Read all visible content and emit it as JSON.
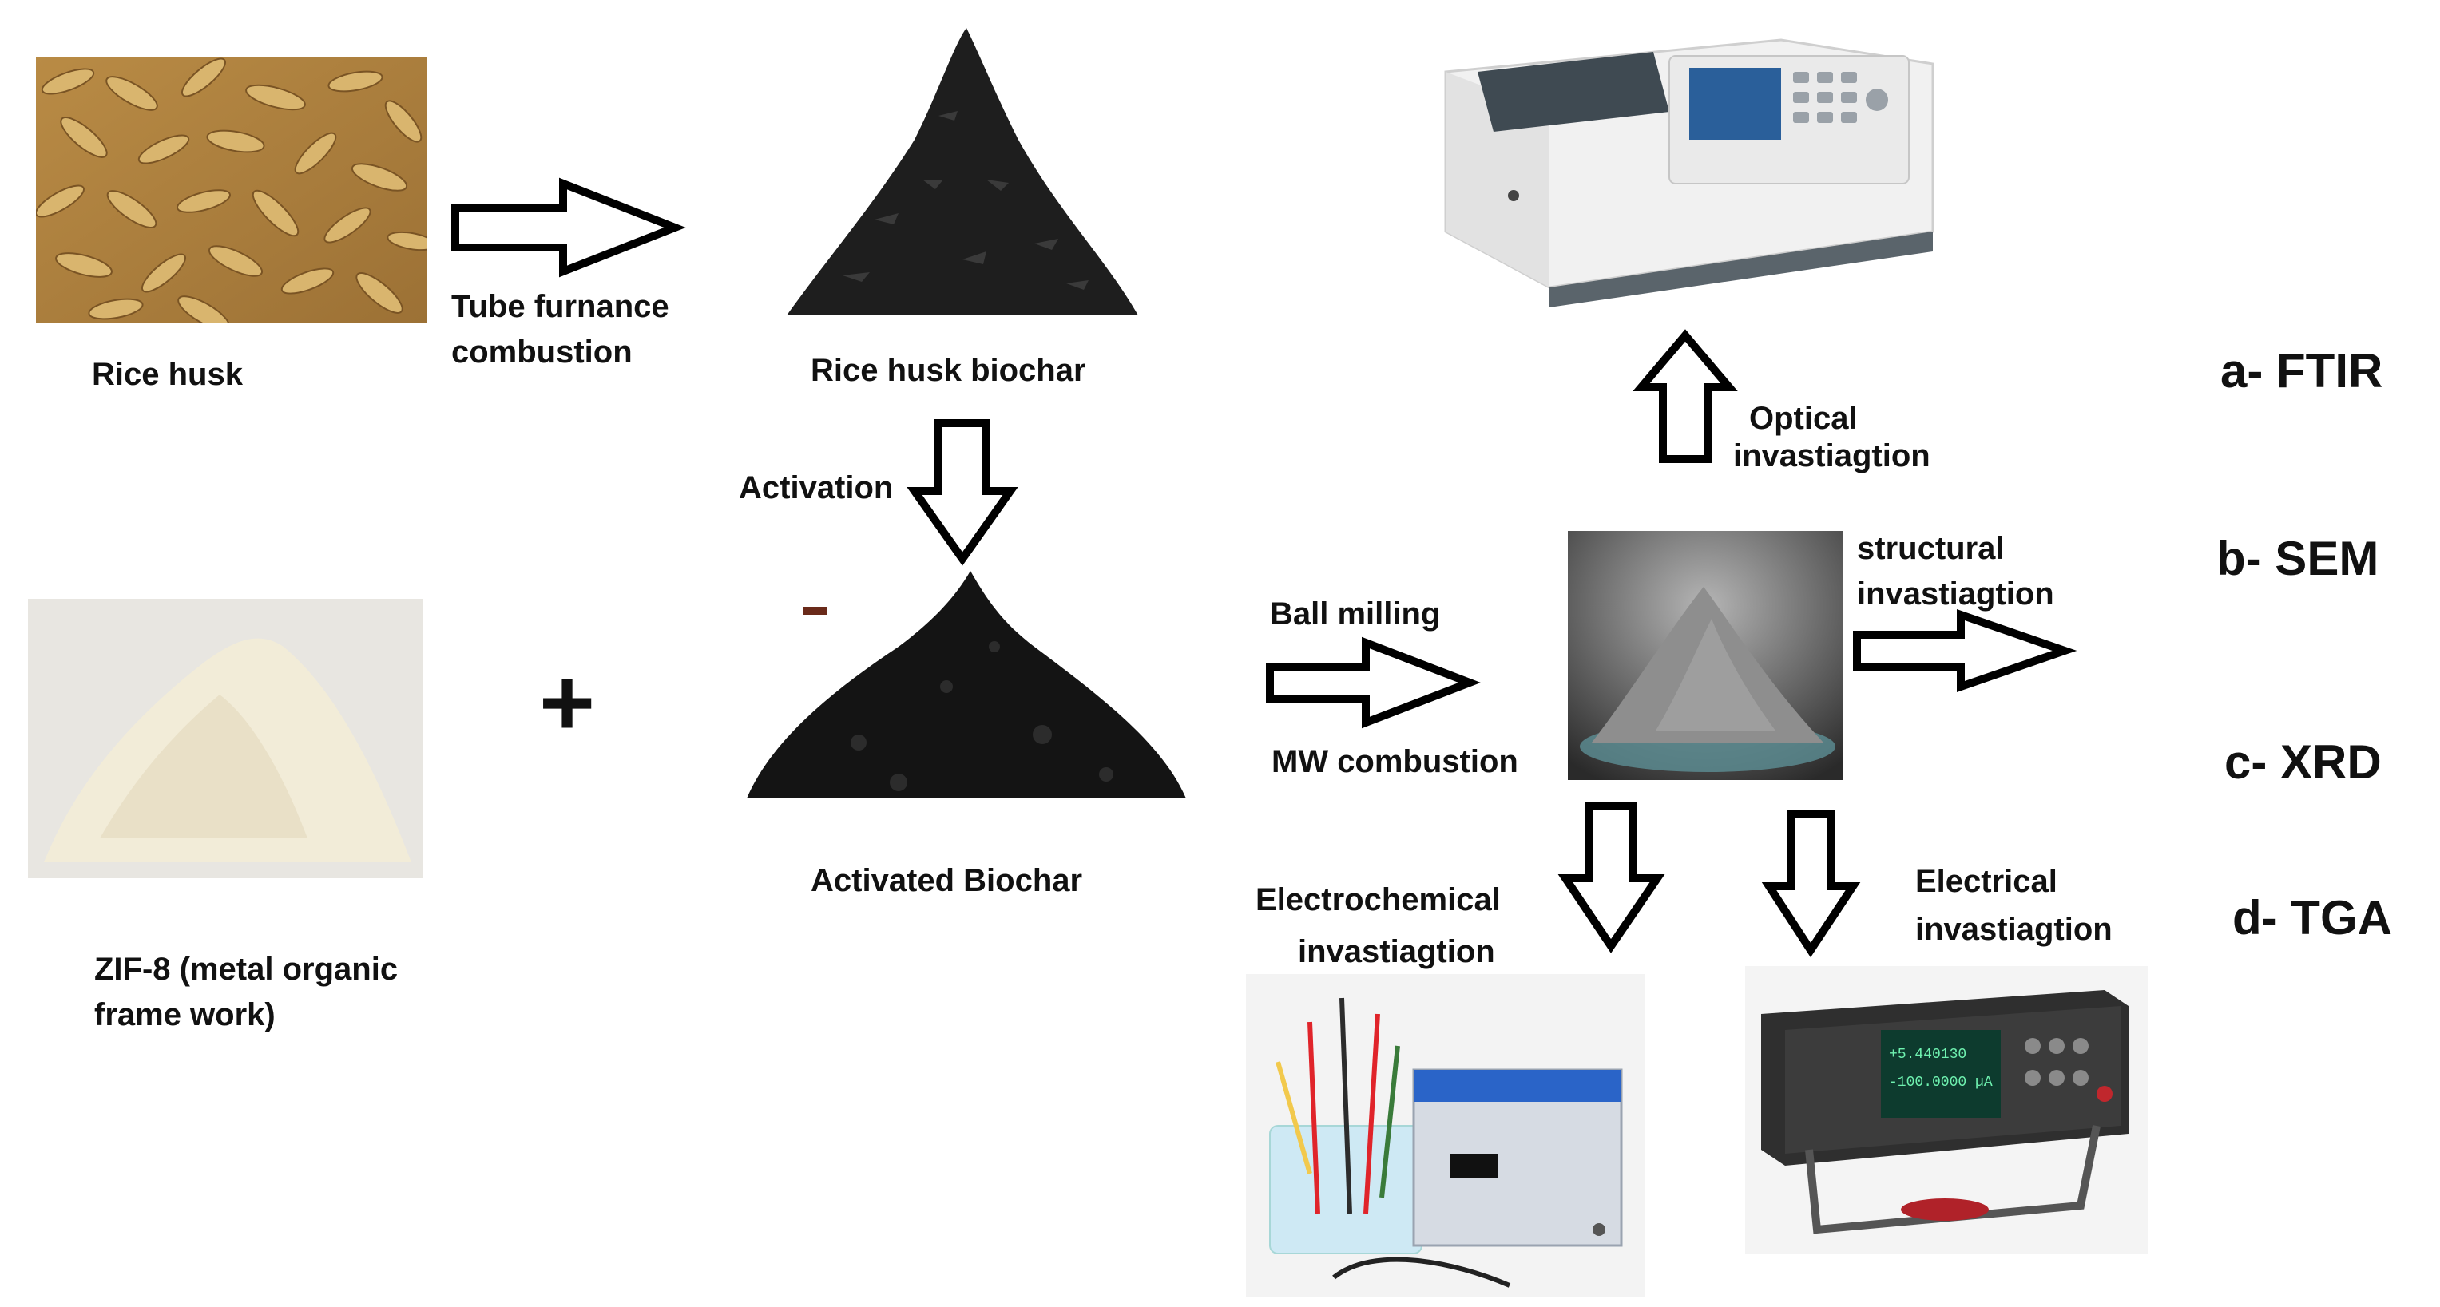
{
  "labels": {
    "rice_husk": "Rice husk",
    "tube_furnace_line1": "Tube furnance",
    "tube_furnace_line2": "combustion",
    "rice_husk_biochar": "Rice husk biochar",
    "activation": "Activation",
    "zif8_line1": "ZIF-8 (metal organic",
    "zif8_line2": "frame work)",
    "plus": "+",
    "activated_biochar": "Activated Biochar",
    "ball_milling": "Ball milling",
    "mw_combustion": "MW combustion",
    "optical_line1": "Optical",
    "optical_line2": "invastiagtion",
    "structural_line1": "structural",
    "structural_line2": "invastiagtion",
    "electrochemical_line1": "Electrochemical",
    "electrochemical_line2": "invastiagtion",
    "electrical_line1": "Electrical",
    "electrical_line2": "invastiagtion"
  },
  "techniques": [
    {
      "label": "a- FTIR"
    },
    {
      "label": "b- SEM"
    },
    {
      "label": "c- XRD"
    },
    {
      "label": "d- TGA"
    }
  ],
  "instrument_display": {
    "line1": "+5.440130",
    "line2": "-100.0000 µA"
  },
  "colors": {
    "rice_husk": "#c49a55",
    "biochar": "#1c1c1c",
    "zif8_powder": "#efe9d4",
    "composite_powder": "#8e8e8e",
    "instrument_blue": "#2a64c8"
  }
}
